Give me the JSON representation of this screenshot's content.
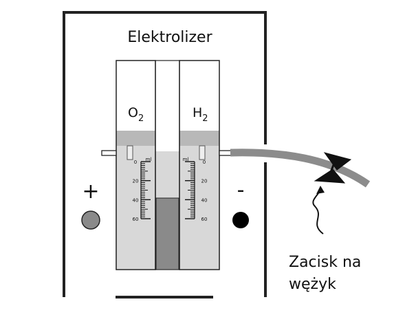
{
  "title": "Elektrolizer",
  "left_tube": {
    "formula_base": "O",
    "formula_sub": "2",
    "unit": "ml"
  },
  "right_tube": {
    "formula_base": "H",
    "formula_sub": "2",
    "unit": "ml"
  },
  "scale_ticks": [
    "0",
    "20",
    "40",
    "60"
  ],
  "left_electrode": {
    "sign": "+"
  },
  "right_electrode": {
    "sign": "-"
  },
  "clamp_label": {
    "line1": "Zacisk na",
    "line2": "wężyk"
  },
  "colors": {
    "liquid": "#d8d8d8",
    "stopper": "#b8b8b8",
    "center_reservoir": "#8a8a8a",
    "hose": "#8c8c8c",
    "anode": "#8a8a8a",
    "cathode": "#000000",
    "outline": "#222222"
  }
}
